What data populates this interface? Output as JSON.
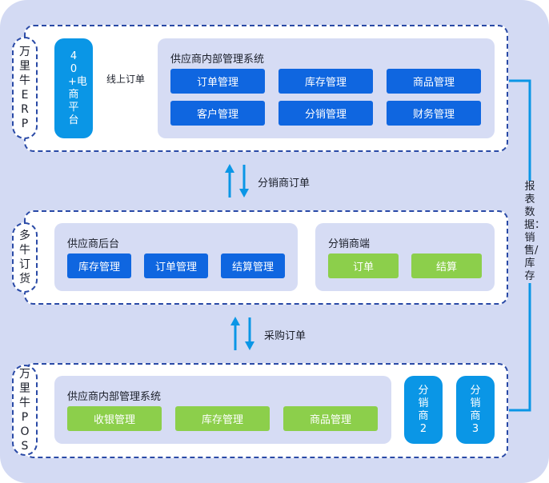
{
  "colors": {
    "background": "#d3daf3",
    "panel_border": "#2a4aa6",
    "blue_button": "#0f66e0",
    "green_button": "#8ccf4b",
    "cyan": "#0a96e6"
  },
  "erp": {
    "label": "万里牛ERP",
    "platform": "40+电商平台",
    "online_order": "线上订单",
    "system_title": "供应商内部管理系统",
    "buttons": [
      "订单管理",
      "库存管理",
      "商品管理",
      "客户管理",
      "分销管理",
      "财务管理"
    ]
  },
  "link1": "分销商订单",
  "dnn": {
    "label": "多牛订货",
    "backend": {
      "title": "供应商后台",
      "buttons": [
        "库存管理",
        "订单管理",
        "结算管理"
      ]
    },
    "distributor": {
      "title": "分销商端",
      "buttons": [
        "订单",
        "结算"
      ]
    }
  },
  "link2": "采购订单",
  "pos": {
    "label": "万里牛POS",
    "system_title": "供应商内部管理系统",
    "buttons": [
      "收银管理",
      "库存管理",
      "商品管理"
    ],
    "distributors": [
      "分销商2",
      "分销商3"
    ]
  },
  "report": "报表数据：销售/库存"
}
